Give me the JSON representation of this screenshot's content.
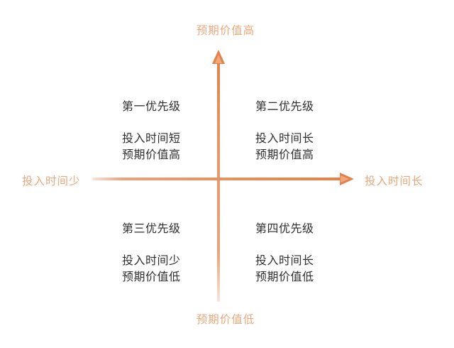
{
  "diagram": {
    "axes": {
      "vertical": {
        "top_label": "预期价值高",
        "bottom_label": "预期价值低",
        "arrow": "arrow-up-icon"
      },
      "horizontal": {
        "left_label": "投入时间少",
        "right_label": "投入时间长",
        "arrow": "arrow-right-icon"
      }
    },
    "quadrants": [
      {
        "position": "top-left",
        "title": "第一优先级",
        "lines": [
          "投入时间短",
          "预期价值高"
        ]
      },
      {
        "position": "top-right",
        "title": "第二优先级",
        "lines": [
          "投入时间长",
          "预期价值高"
        ]
      },
      {
        "position": "bottom-left",
        "title": "第三优先级",
        "lines": [
          "投入时间少",
          "预期价值低"
        ]
      },
      {
        "position": "bottom-right",
        "title": "第四优先级",
        "lines": [
          "投入时间长",
          "预期价值低"
        ]
      }
    ],
    "colors": {
      "axis_line": "#e79463",
      "axis_arrow": "#e4814a",
      "axis_label_text": "#e8a87c",
      "quadrant_text": "#2e2e2e",
      "background": "#ffffff"
    }
  }
}
